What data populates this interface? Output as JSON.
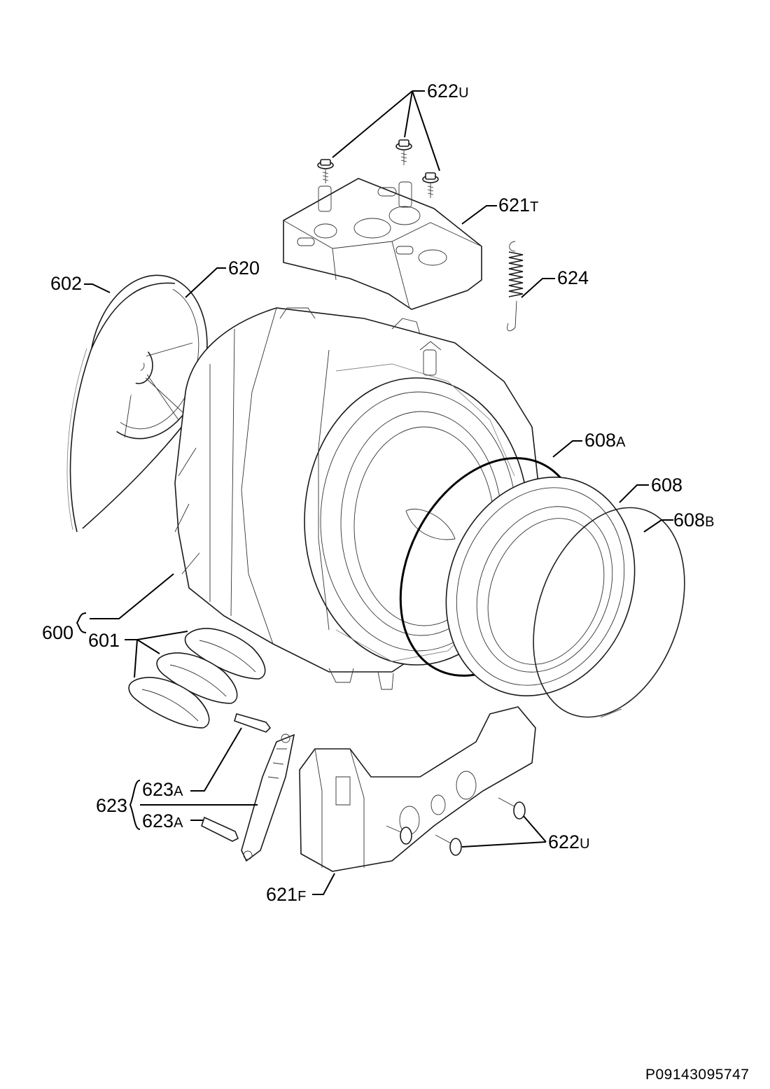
{
  "labels": {
    "l622u_top": {
      "num": "622",
      "suffix": "U"
    },
    "l621t": {
      "num": "621",
      "suffix": "T"
    },
    "l624": {
      "num": "624",
      "suffix": ""
    },
    "l620": {
      "num": "620",
      "suffix": ""
    },
    "l602": {
      "num": "602",
      "suffix": ""
    },
    "l608a": {
      "num": "608",
      "suffix": "A"
    },
    "l608": {
      "num": "608",
      "suffix": ""
    },
    "l608b": {
      "num": "608",
      "suffix": "B"
    },
    "l600": {
      "num": "600",
      "suffix": ""
    },
    "l601": {
      "num": "601",
      "suffix": ""
    },
    "l623": {
      "num": "623",
      "suffix": ""
    },
    "l623a_1": {
      "num": "623",
      "suffix": "A"
    },
    "l623a_2": {
      "num": "623",
      "suffix": "A"
    },
    "l622u_bottom": {
      "num": "622",
      "suffix": "U"
    },
    "l621f": {
      "num": "621",
      "suffix": "F"
    }
  },
  "reference": "P09143095747"
}
